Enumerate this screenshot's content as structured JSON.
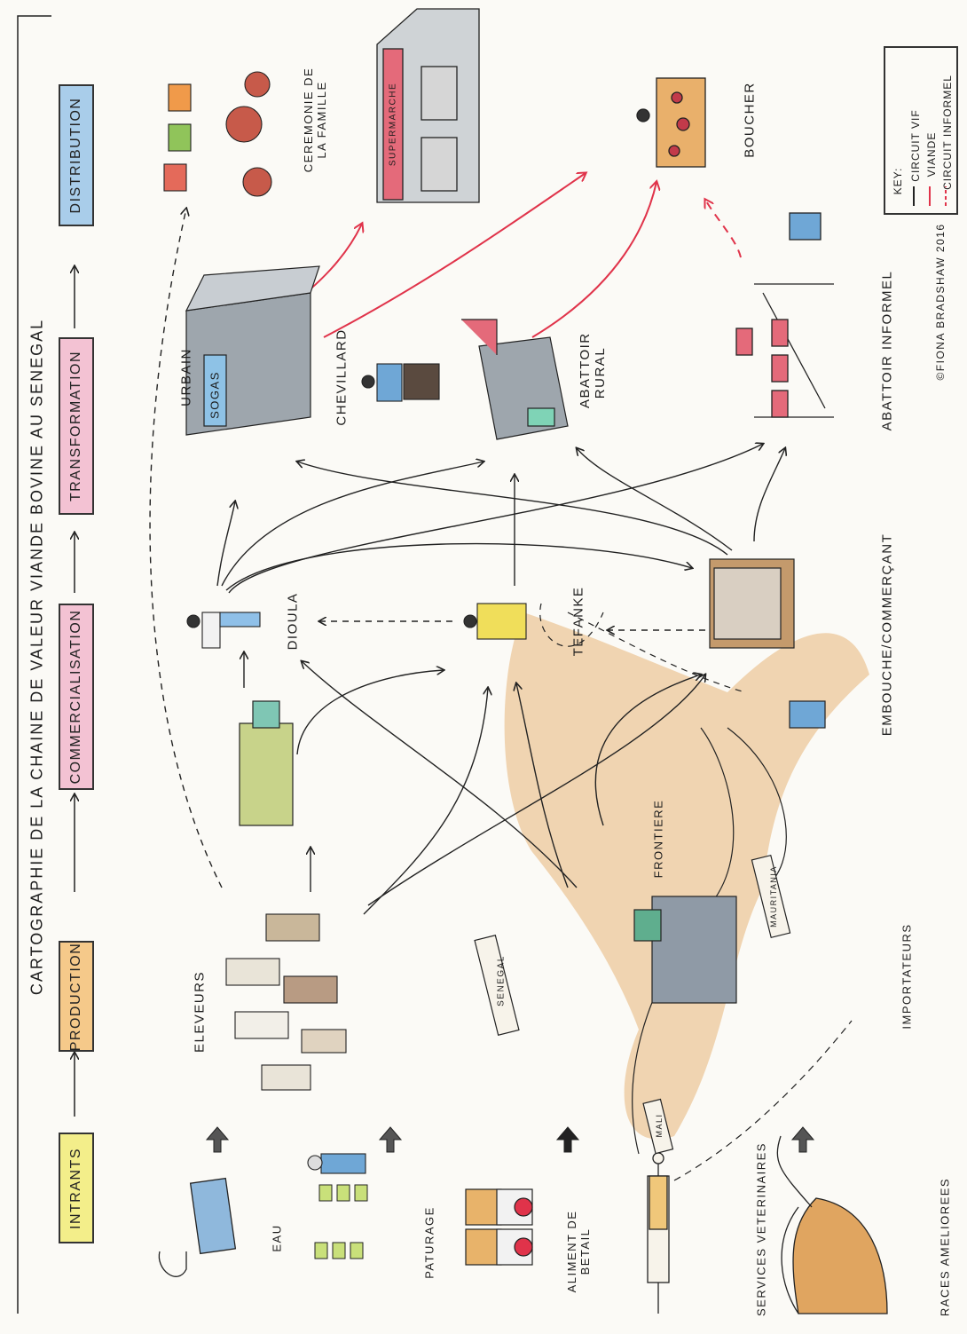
{
  "title": "CARTOGRAPHIE DE LA CHAINE DE VALEUR VIANDE BOVINE AU SENEGAL",
  "stages": [
    "INTRANTS",
    "PRODUCTION",
    "COMMERCIALISATION",
    "TRANSFORMATION",
    "DISTRIBUTION"
  ],
  "stage_colors": [
    "#f3ee8a",
    "#f5c98a",
    "#f3c2d3",
    "#f3c2d3",
    "#a9cdea"
  ],
  "inputs": {
    "eau": "EAU",
    "paturage": "PATURAGE",
    "aliment": "ALIMENT DE BETAIL",
    "services": "SERVICES VETERINAIRES",
    "races": "RACES AMELIOREES"
  },
  "actors": {
    "eleveurs": "ELEVEURS",
    "importateurs": "IMPORTATEURS",
    "frontiere": "FRONTIERE",
    "dioula": "DIOULA",
    "tefanke": "TEFANKE",
    "embouche": "EMBOUCHE/COMMERÇANT",
    "urbain": "URBAIN",
    "sogas": "SOGAS",
    "chevillard": "CHEVILLARD",
    "abattoir_rural": "ABATTOIR RURAL",
    "abattoir_informel": "ABATTOIR INFORMEL",
    "ceremonie": "CEREMONIE DE LA FAMILLE",
    "supermarche": "SUPERMARCHE",
    "boucher": "BOUCHER"
  },
  "signs": [
    "SENEGAL",
    "MAURITANIA",
    "MALI"
  ],
  "key": {
    "title": "KEY:",
    "items": [
      {
        "label": "CIRCUIT VIF",
        "style": "solid",
        "color": "#222222"
      },
      {
        "label": "VIANDE",
        "style": "solid",
        "color": "#e0334a"
      },
      {
        "label": "CIRCUIT INFORMEL",
        "style": "dashed",
        "color": "#e0334a"
      }
    ]
  },
  "credit": "©FIONA BRADSHAW 2016",
  "colors": {
    "live": "#222222",
    "meat": "#e0334a",
    "land": "#d9a56a"
  }
}
